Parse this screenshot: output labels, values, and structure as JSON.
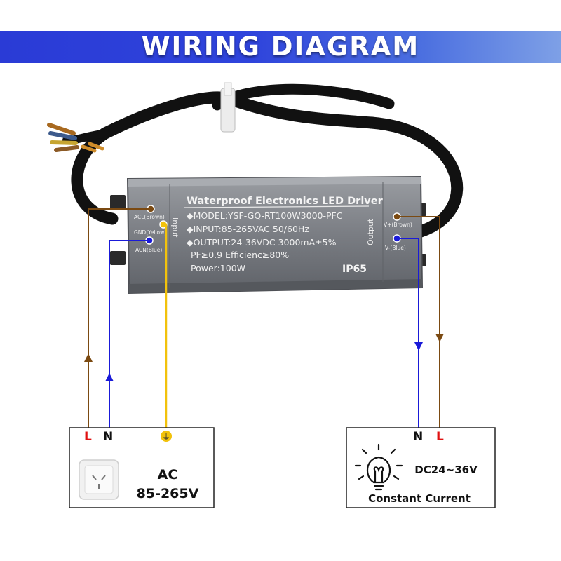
{
  "title": "WIRING DIAGRAM",
  "driver": {
    "heading": "Waterproof Electronics LED Driver",
    "lines": [
      "◆MODEL:YSF-GQ-RT100W3000-PFC",
      "◆INPUT:85-265VAC 50/60Hz",
      "◆OUTPUT:24-36VDC 3000mA±5%",
      "PF≥0.9   Efficienc≥80%",
      "Power:100W"
    ],
    "rating": "IP65",
    "input_side_label": "Input",
    "output_side_label": "Output",
    "input_terminals": [
      "ACL(Brown)",
      "GND(Yellow)",
      "ACN(Blue)"
    ],
    "output_terminals": [
      "V+(Brown)",
      "V-(Blue)"
    ]
  },
  "ac_box": {
    "labels": [
      "L",
      "N"
    ],
    "ground_symbol": "⏚",
    "text_line1": "AC",
    "text_line2": "85-265V"
  },
  "load_box": {
    "labels": [
      "N",
      "L"
    ],
    "voltage": "DC24~36V",
    "mode": "Constant Current"
  },
  "colors": {
    "brown": "#7b4a12",
    "blue": "#1a1ad8",
    "yellow": "#f2c20c",
    "red": "#e01010",
    "banner": "#2f44dc",
    "housing": "#777a80"
  }
}
